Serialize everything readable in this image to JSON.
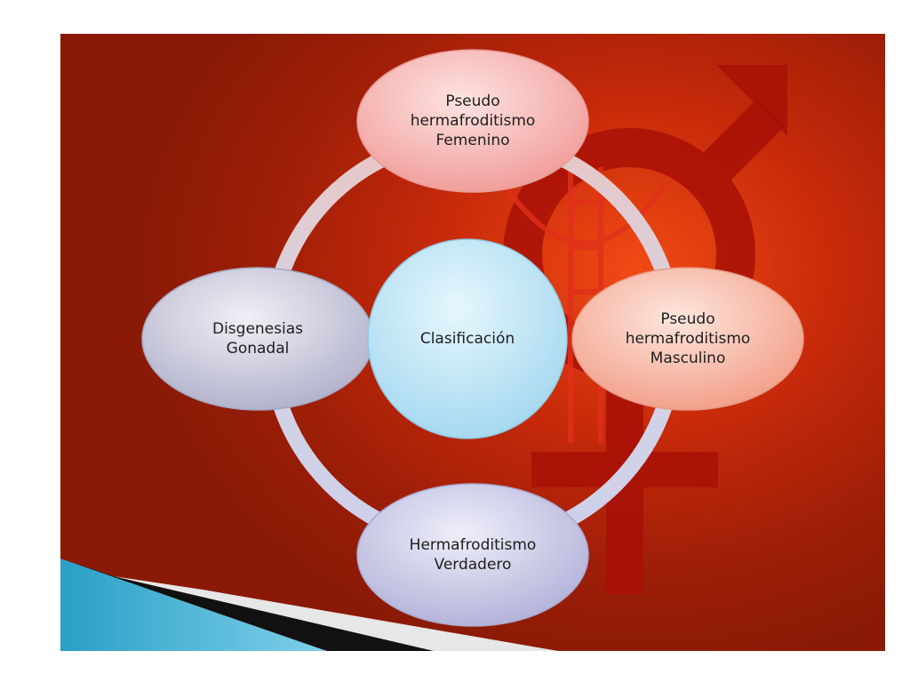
{
  "diagram": {
    "center": {
      "label": "Clasificación"
    },
    "nodes": [
      {
        "id": "top",
        "label": "Pseudo\nhermafroditismo\nFemenino"
      },
      {
        "id": "right",
        "label": "Pseudo\nhermafroditismo\nMasculino"
      },
      {
        "id": "bottom",
        "label": "Hermafroditismo\nVerdadero"
      },
      {
        "id": "left",
        "label": "Disgenesias\nGonadal"
      }
    ]
  },
  "colors": {
    "background": "#b8260a",
    "ring": "#cfcfe2",
    "node_top": "#f7b3b1",
    "node_right": "#f9b9a8",
    "node_bottom": "#c7c7e5",
    "node_left": "#c9c9de",
    "center": "#bfe6f7",
    "symbol": "#a81006"
  },
  "icons": [
    "male-symbol-icon",
    "venus-mars-symbol-icon",
    "golden-gate-bridge-icon"
  ]
}
